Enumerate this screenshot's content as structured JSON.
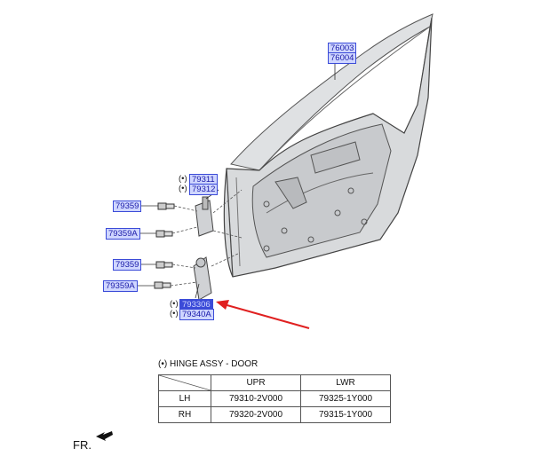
{
  "labels": {
    "door_upper_1": "76003",
    "door_upper_2": "76004",
    "upr_hinge_1": "79311",
    "upr_hinge_2": "79312",
    "bolt_1": "79359",
    "bolt_a_1": "79359A",
    "bolt_2": "79359",
    "bolt_a_2": "79359A",
    "lwr_hinge_1": "793306",
    "lwr_hinge_2": "79340A",
    "mark": "(•)"
  },
  "legend": {
    "title": "(•) HINGE ASSY - DOOR",
    "columns": [
      "UPR",
      "LWR"
    ],
    "rows": [
      {
        "side": "LH",
        "upr": "79310-2V000",
        "lwr": "79325-1Y000"
      },
      {
        "side": "RH",
        "upr": "79320-2V000",
        "lwr": "79315-1Y000"
      }
    ]
  },
  "direction": {
    "label": "FR."
  },
  "colors": {
    "link_bg": "#cfd6ff",
    "link_border": "#3b4bd8",
    "link_text": "#1a1aa8",
    "arrow": "#e02020"
  }
}
